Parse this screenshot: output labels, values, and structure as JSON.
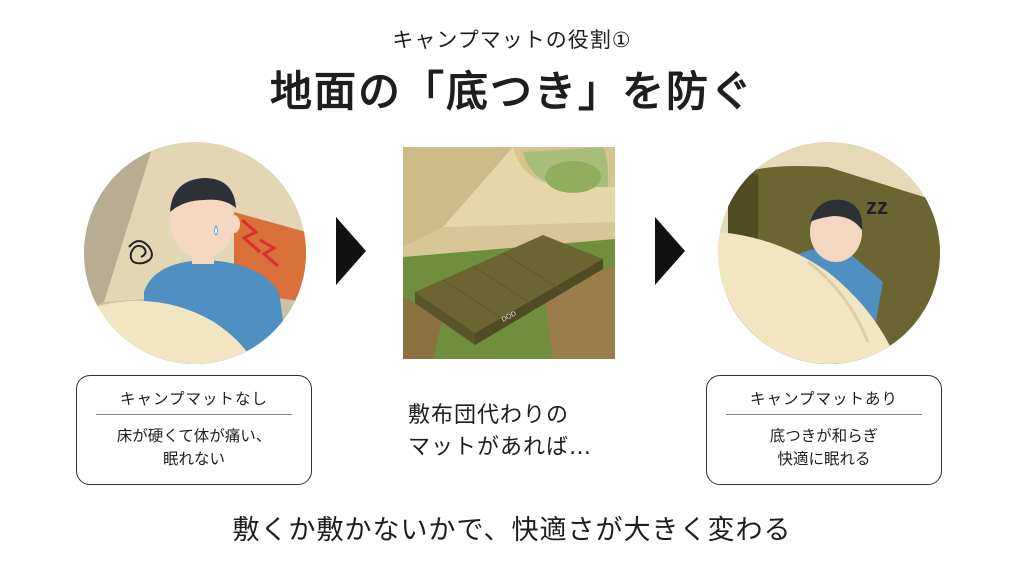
{
  "header": {
    "subtitle": "キャンプマットの役割①",
    "title": "地面の「底つき」を防ぐ"
  },
  "left_panel": {
    "box_title": "キャンプマットなし",
    "box_body": "床が硬くて体が痛い、\n眠れない"
  },
  "middle_panel": {
    "caption": "敷布団代わりの\nマットがあれば…",
    "mat_logo": "DOD"
  },
  "right_panel": {
    "box_title": "キャンプマットあり",
    "box_body": "底つきが和らぎ\n快適に眠れる",
    "sleep_symbol": "zz"
  },
  "footer": {
    "text": "敷くか敷かないかで、快適さが大きく変わる"
  },
  "icons": {
    "left_illustration": "uncomfortable-man-icon",
    "middle_illustration": "camping-mat-in-tent",
    "right_illustration": "sleeping-man-icon",
    "arrow": "right-triangle-arrow-icon"
  },
  "colors": {
    "mat_olive": "#6b6532",
    "shirt_blue": "#4f8fc2",
    "pain_red": "#d8302a",
    "blanket_cream": "#f2e6c2"
  }
}
